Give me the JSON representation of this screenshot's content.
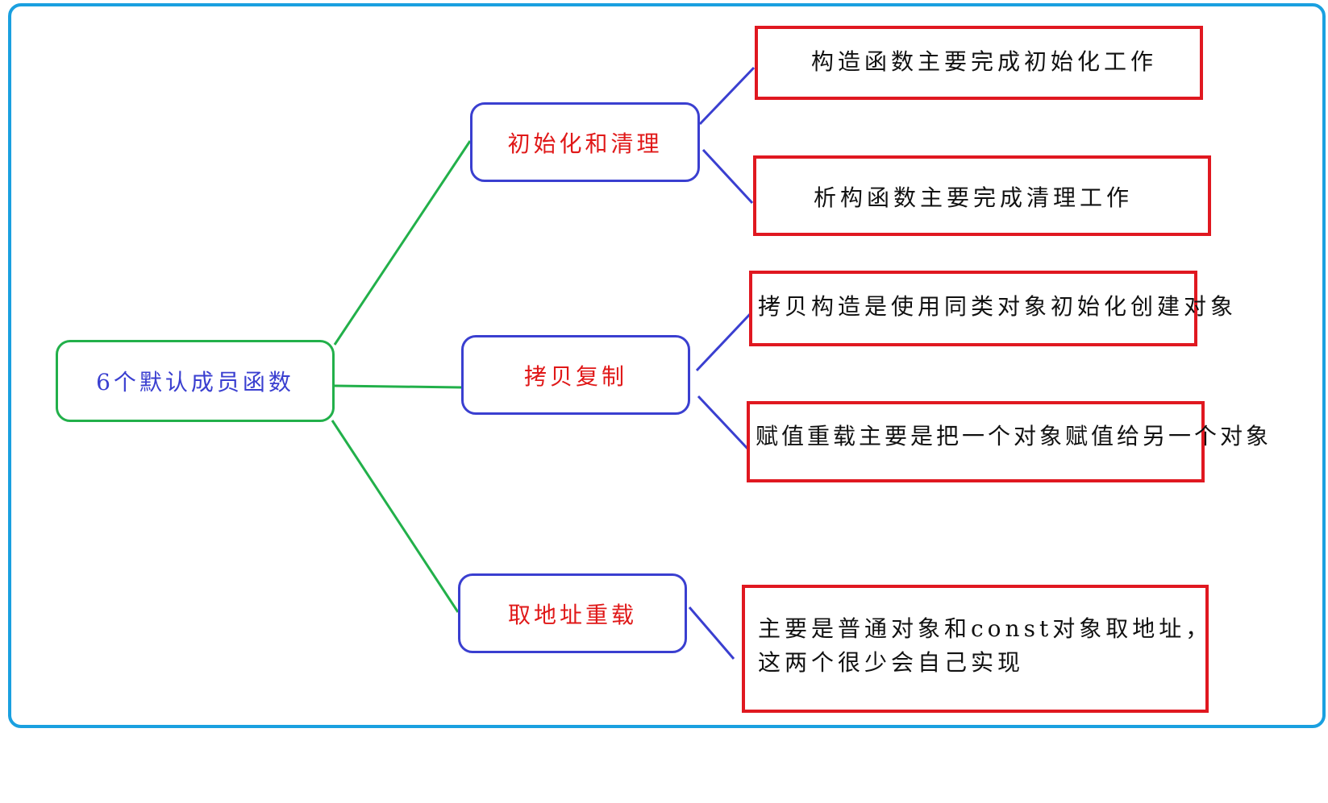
{
  "colors": {
    "frame": "#1aa0e0",
    "root_border": "#22b04a",
    "root_text": "#3a3fd0",
    "mid_border": "#3a3fd0",
    "mid_text": "#e01818",
    "leaf_border": "#e01820",
    "leaf_text": "#111111",
    "root_connector": "#22b04a",
    "mid_connector": "#3a3fd0"
  },
  "root": {
    "label": "6个默认成员函数"
  },
  "groups": [
    {
      "label": "初始化和清理",
      "leaves": [
        "构造函数主要完成初始化工作",
        "析构函数主要完成清理工作"
      ]
    },
    {
      "label": "拷贝复制",
      "leaves": [
        "拷贝构造是使用同类对象初始化创建对象",
        "赋值重载主要是把一个对象赋值给另一个对象"
      ]
    },
    {
      "label": "取地址重载",
      "leaves": [
        [
          "主要是普通对象和const对象取地址，",
          "这两个很少会自己实现"
        ]
      ]
    }
  ]
}
